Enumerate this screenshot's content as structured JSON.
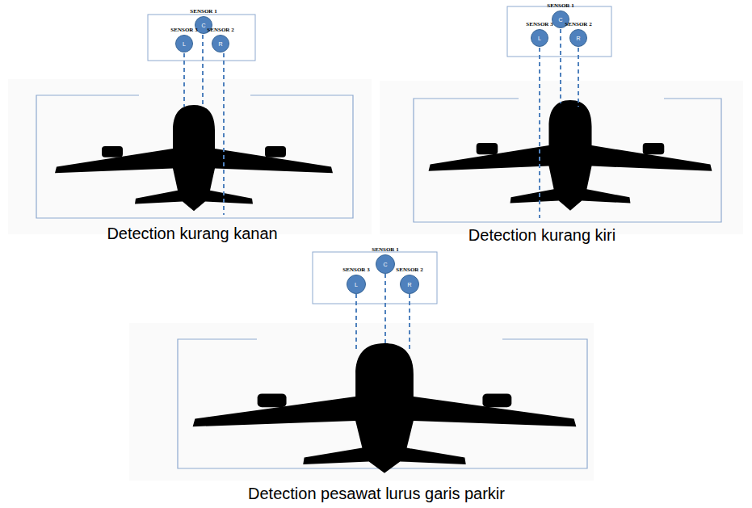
{
  "diagram": {
    "nodes": [
      {
        "text": [
          "SENSOR 1",
          "C"
        ]
      },
      {
        "text": [
          "SENSOR 3",
          "L"
        ]
      },
      {
        "text": [
          "SENSOR 2",
          "R"
        ]
      },
      {
        "text": [
          "SENSOR 1",
          "C"
        ]
      },
      {
        "text": [
          "SENSOR 3",
          "L"
        ]
      },
      {
        "text": [
          "SENSOR 2",
          "R"
        ]
      },
      {
        "text": [
          "SENSOR 1",
          "C"
        ]
      },
      {
        "text": [
          "SENSOR 3",
          "L"
        ]
      },
      {
        "text": [
          "SENSOR 2",
          "R"
        ]
      }
    ],
    "labels": [
      "Detection kurang kanan",
      "Detection kurang kiri",
      "Detection pesawat lurus garis parkir"
    ]
  }
}
